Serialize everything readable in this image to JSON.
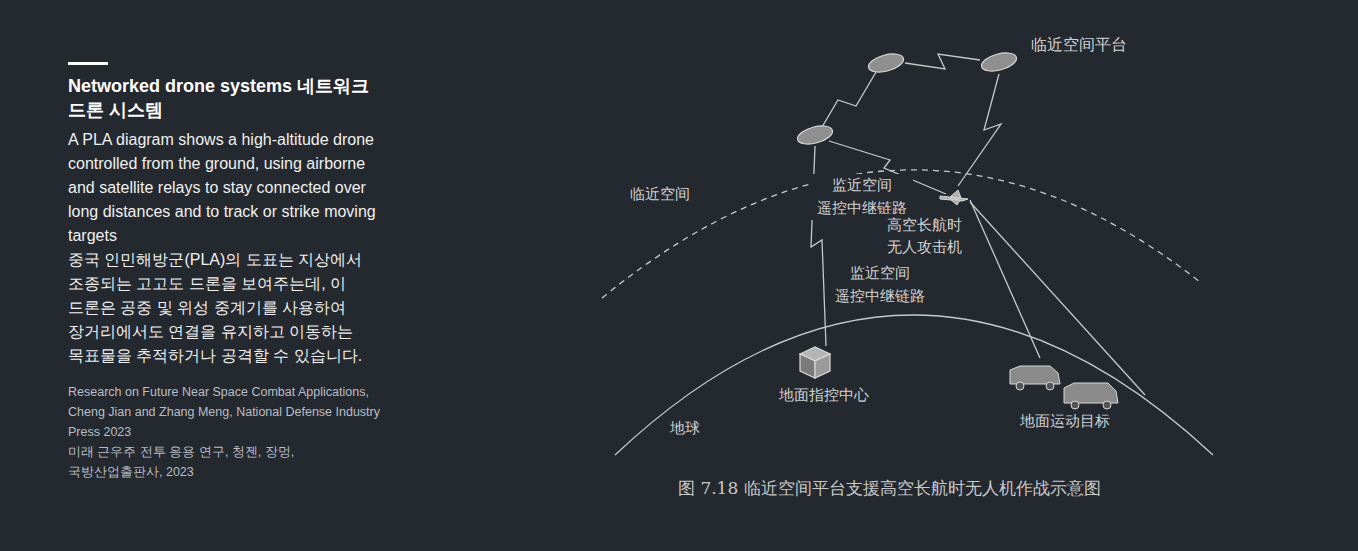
{
  "diagram": {
    "title": "Networked drone systems 네트워크 드론 시스템",
    "caption": "图 7.18 临近空间平台支援高空长航时无人机作战示意图",
    "nodes": [
      {
        "text": [
          "临近空间平台"
        ]
      },
      {
        "text": [
          "高空长航时 无人攻击机"
        ]
      },
      {
        "text": [
          "地面指控中心"
        ]
      },
      {
        "text": [
          "地面运动目标"
        ]
      }
    ],
    "edges": [
      {
        "from": 0,
        "to": 1,
        "arrow": "none"
      },
      {
        "from": 1,
        "to": 3,
        "arrow": "none"
      }
    ],
    "labels": [
      "A PLA diagram shows a high-altitude drone controlled from the ground, using airborne and satellite relays to stay connected over long distances and to track or strike moving targets",
      "중국 인민해방군(PLA)의 도표는 지상에서 조종되는 고고도 드론을 보여주는데, 이 드론은 공중 및 위성 중계기를 사용하여 장거리에서도 연결을 유지하고 이동하는 목표물을 추적하거나 공격할 수 있습니다.",
      "Research on Future Near Space Combat Applications, Cheng Jian and Zhang Meng, National Defense Industry Press 2023",
      "미래 근우주 전투 응용 연구, 청젠, 장멍, 국방산업출판사, 2023",
      "临近空间",
      "监近空间 遥控中继链路",
      "监近空间 遥控中继链路",
      "地球"
    ]
  }
}
